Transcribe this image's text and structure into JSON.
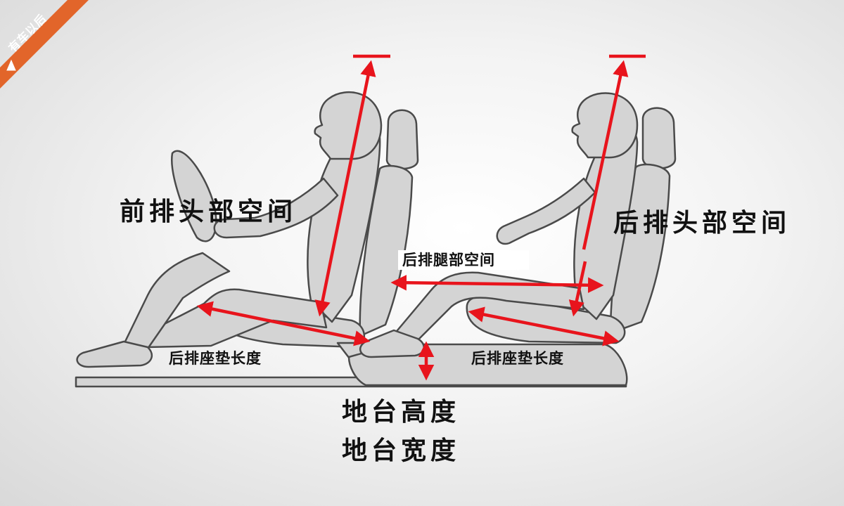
{
  "watermark": {
    "text": "有车以后",
    "color": "#e2652a"
  },
  "labels": {
    "front_head_space": "前排头部空间",
    "rear_head_space": "后排头部空间",
    "rear_leg_space": "后排腿部空间",
    "seat_cushion_front": "后排座垫长度",
    "seat_cushion_rear": "后排座垫长度",
    "floor_height": "地台高度",
    "floor_width": "地台宽度"
  },
  "colors": {
    "arrow": "#e8141c",
    "figure_fill": "#d4d4d4",
    "figure_stroke": "#4a4a4a"
  }
}
